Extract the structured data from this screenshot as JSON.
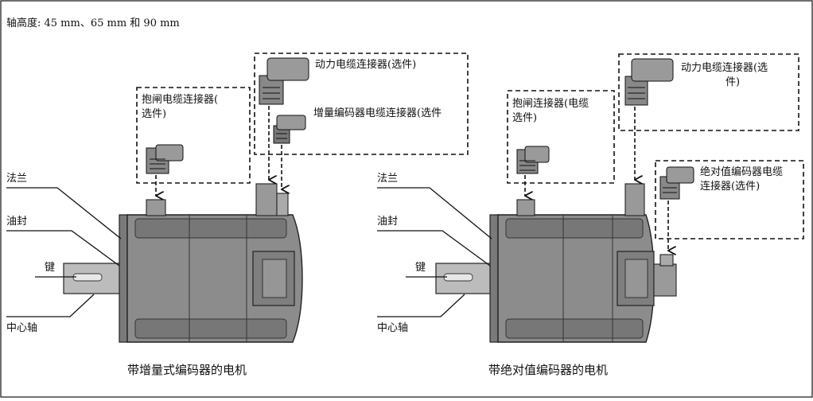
{
  "header": {
    "shaft_heights": "轴高度: 45 mm、65 mm 和 90 mm"
  },
  "left_motor": {
    "caption": "带增量式编码器的电机",
    "callouts": {
      "flange": "法兰",
      "oil_seal": "油封",
      "key": "键",
      "shaft": "中心轴"
    },
    "connectors": {
      "brake_line1": "抱闸电缆连接器(",
      "brake_line2": "选件)",
      "power": "动力电缆连接器(选件)",
      "encoder": "增量编码器电缆连接器(选件"
    }
  },
  "right_motor": {
    "caption": "带绝对值编码器的电机",
    "callouts": {
      "flange": "法兰",
      "oil_seal": "油封",
      "key": "键",
      "shaft": "中心轴"
    },
    "connectors": {
      "brake_line1": "抱闸连接器(电缆",
      "brake_line2": "选件)",
      "power_line1": "动力电缆连接器(选",
      "power_line2": "件)",
      "encoder_line1": "绝对值编码器电缆",
      "encoder_line2": "连接器(选件)"
    }
  },
  "colors": {
    "motor_body": "#8c8c8c",
    "motor_dark": "#6e6e6e",
    "line": "#111111",
    "background": "#ffffff"
  }
}
